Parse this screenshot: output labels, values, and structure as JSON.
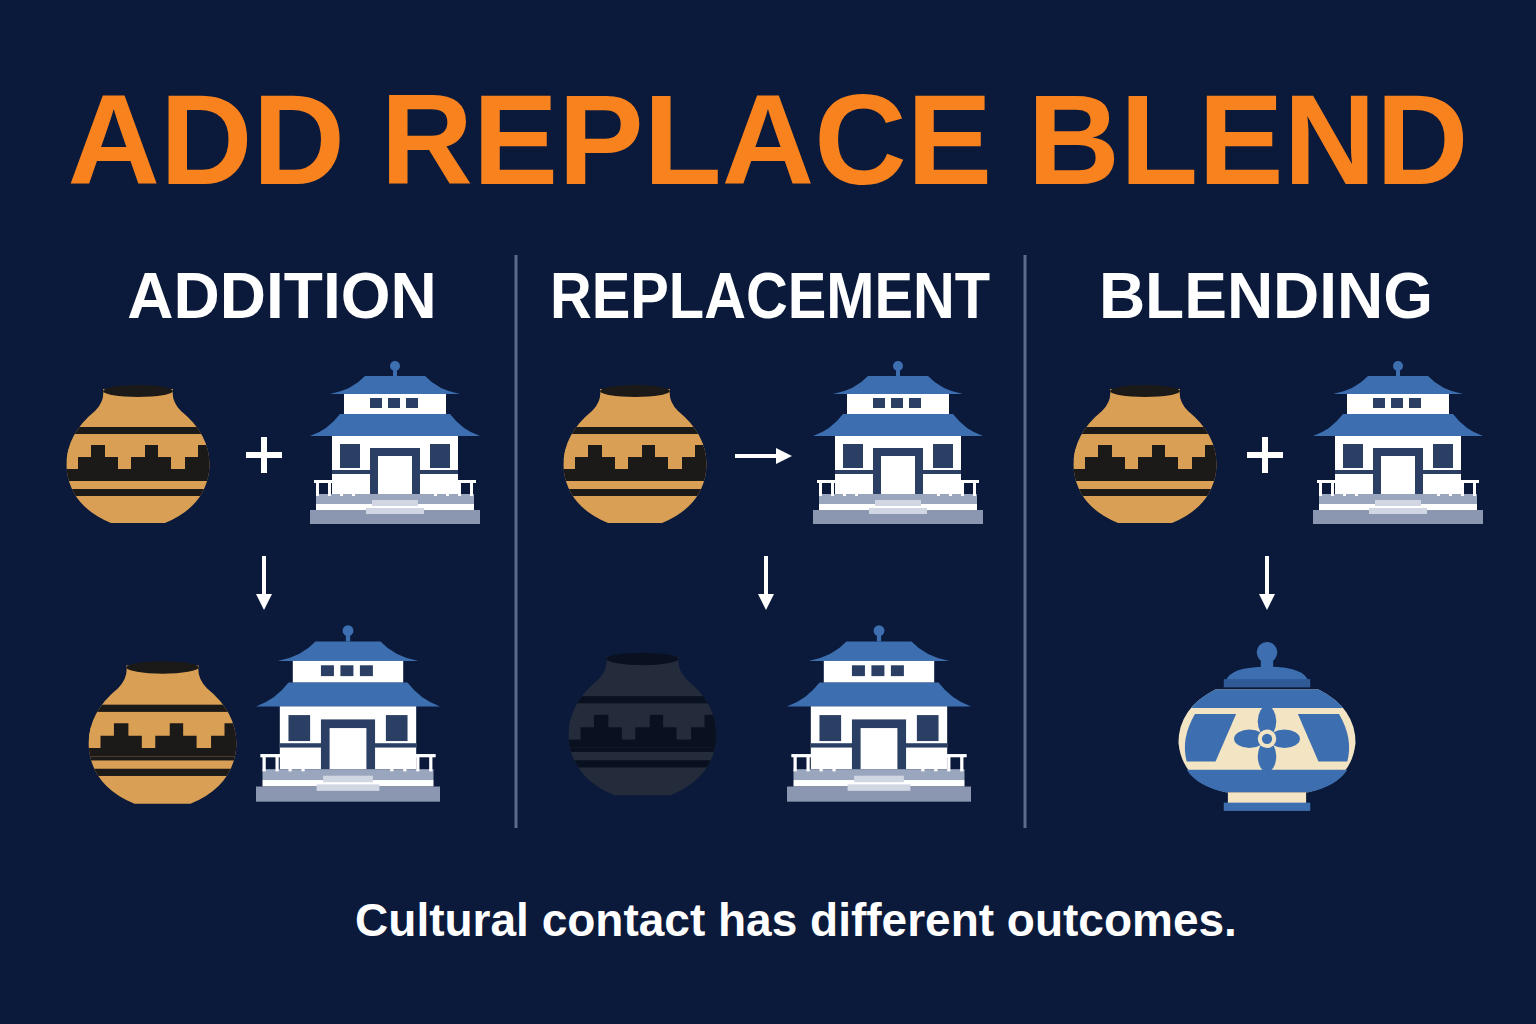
{
  "diagram": {
    "title": "ADD REPLACE BLEND",
    "caption": "Cultural contact has different outcomes.",
    "labels": [
      "ADDITION",
      "REPLACEMENT",
      "BLENDING"
    ]
  }
}
